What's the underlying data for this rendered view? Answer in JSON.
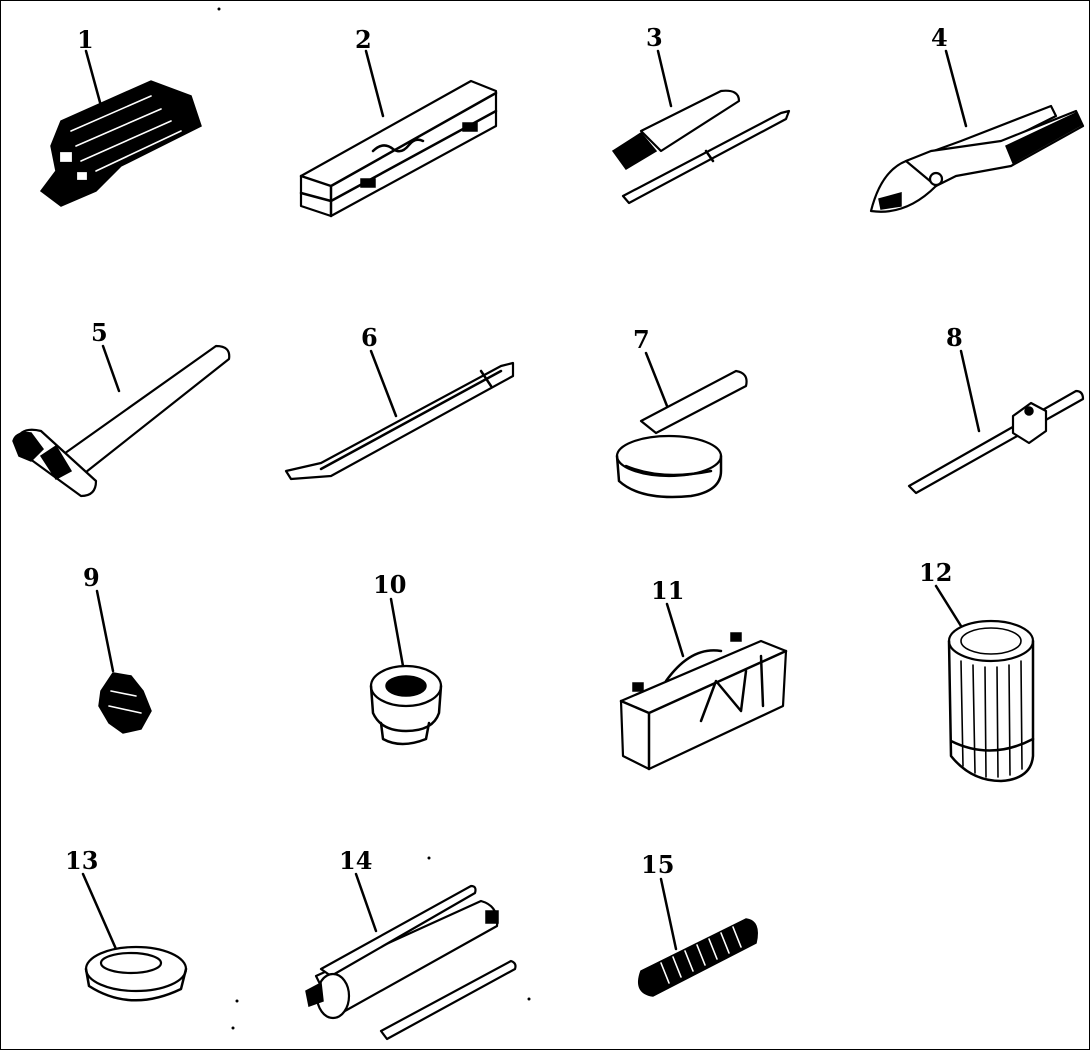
{
  "parts": [
    {
      "number": "1"
    },
    {
      "number": "2"
    },
    {
      "number": "3"
    },
    {
      "number": "4"
    },
    {
      "number": "5"
    },
    {
      "number": "6"
    },
    {
      "number": "7"
    },
    {
      "number": "8"
    },
    {
      "number": "9"
    },
    {
      "number": "10"
    },
    {
      "number": "11"
    },
    {
      "number": "12"
    },
    {
      "number": "13"
    },
    {
      "number": "14"
    },
    {
      "number": "15"
    }
  ]
}
